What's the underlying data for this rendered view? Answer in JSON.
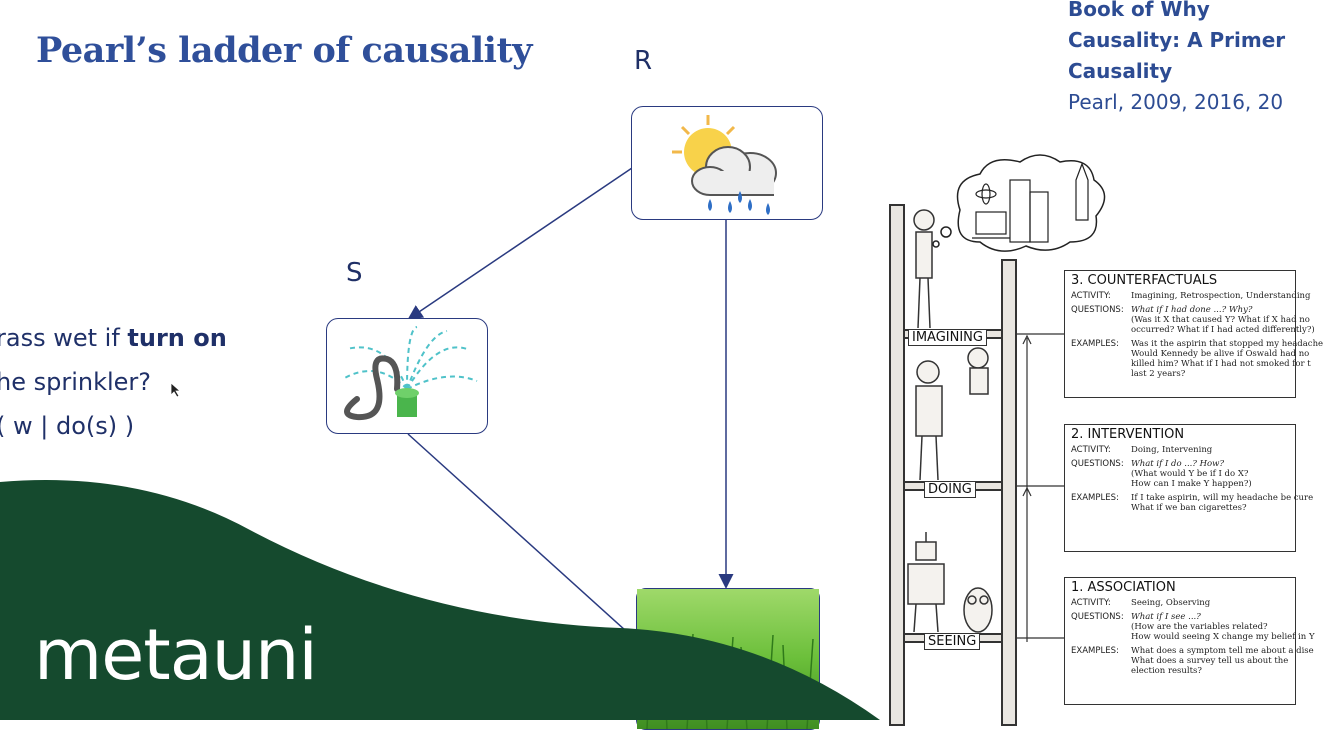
{
  "slide": {
    "title": "Pearl’s ladder of causality"
  },
  "references": {
    "line1": "Book of Why",
    "line2": "Causality: A Primer",
    "line3": "Causality",
    "line4": "Pearl, 2009, 2016, 20"
  },
  "diagram": {
    "node_r_label": "R",
    "node_s_label": "S"
  },
  "question": {
    "line1_plain": "rass wet if ",
    "line1_bold": "turn on",
    "line2": "he sprinkler?",
    "line3": "( w | do(s) )"
  },
  "ladder": {
    "rungs": {
      "imagining": "IMAGINING",
      "doing": "DOING",
      "seeing": "SEEING"
    },
    "panels": [
      {
        "heading": "3. COUNTERFACTUALS",
        "activity_key": "ACTIVITY:",
        "activity": "Imagining, Retrospection, Understanding",
        "questions_key": "QUESTIONS:",
        "questions": [
          "What if I had done ...? Why?",
          "(Was it X that caused Y? What if X had no",
          "occurred? What if I had acted differently?)"
        ],
        "examples_key": "EXAMPLES:",
        "examples": [
          "Was it the aspirin that stopped my headache",
          "Would Kennedy be alive if Oswald had no",
          "killed him? What if I had not smoked for t",
          "last 2 years?"
        ]
      },
      {
        "heading": "2. INTERVENTION",
        "activity_key": "ACTIVITY:",
        "activity": "Doing, Intervening",
        "questions_key": "QUESTIONS:",
        "questions": [
          "What if I do ...? How?",
          "(What would Y be if I do X?",
          "How can I make Y happen?)"
        ],
        "examples_key": "EXAMPLES:",
        "examples": [
          "If I take aspirin, will my headache be cure",
          "What if we ban cigarettes?"
        ]
      },
      {
        "heading": "1. ASSOCIATION",
        "activity_key": "ACTIVITY:",
        "activity": "Seeing, Observing",
        "questions_key": "QUESTIONS:",
        "questions": [
          "What if I see ...?",
          "(How are the variables related?",
          "How would seeing X change my belief in Y"
        ],
        "examples_key": "EXAMPLES:",
        "examples": [
          "What does a symptom tell me about a dise",
          "What does a survey tell us about the",
          "election results?"
        ]
      }
    ]
  },
  "brand": {
    "name": "metauni",
    "color": "#154a2e"
  },
  "colors": {
    "title": "#2f4f9a",
    "arrow": "#2a3a80"
  }
}
